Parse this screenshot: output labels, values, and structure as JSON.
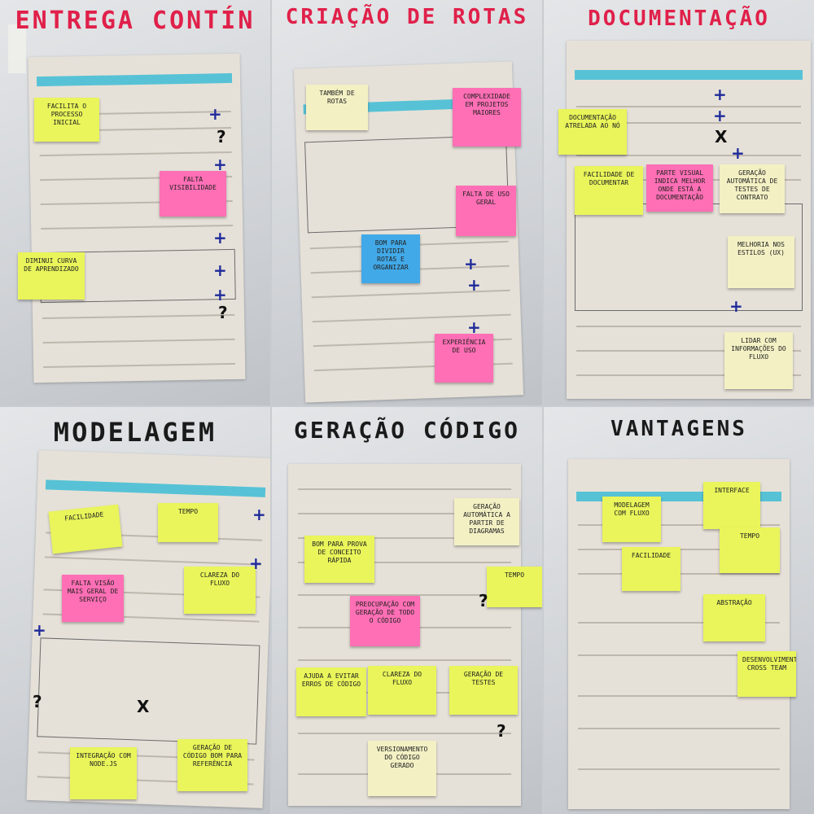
{
  "panels": [
    {
      "title": "ENTREGA CONTÍN",
      "notes": [
        "FACILITA O PROCESSO INICIAL",
        "FALTA VISIBILIDADE",
        "DIMINUI CURVA DE APRENDIZADO"
      ]
    },
    {
      "title": "CRIAÇÃO DE ROTAS",
      "notes": [
        "TAMBÉM DE ROTAS",
        "COMPLEXIDADE EM PROJETOS MAIORES",
        "FALTA DE USO GERAL",
        "BOM PARA DIVIDIR ROTAS E ORGANIZAR",
        "EXPERIÊNCIA DE USO"
      ]
    },
    {
      "title": "DOCUMENTAÇÃO",
      "notes": [
        "DOCUMENTAÇÃO ATRELADA AO NÓ",
        "FACILIDADE DE DOCUMENTAR",
        "PARTE VISUAL INDICA MELHOR ONDE ESTÁ A DOCUMENTAÇÃO",
        "GERAÇÃO AUTOMÁTICA DE TESTES DE CONTRATO",
        "MELHORIA NOS ESTILOS (UX)",
        "LIDAR COM INFORMAÇÕES DO FLUXO"
      ]
    },
    {
      "title": "MODELAGEM",
      "notes": [
        "FACILIDADE",
        "TEMPO",
        "FALTA VISÃO MAIS GERAL DE SERVIÇO",
        "CLAREZA DO FLUXO",
        "INTEGRAÇÃO COM NODE.JS",
        "GERAÇÃO DE CÓDIGO BOM PARA REFERÊNCIA"
      ]
    },
    {
      "title": "GERAÇÃO CÓDIGO",
      "notes": [
        "GERAÇÃO AUTOMÁTICA A PARTIR DE DIAGRAMAS",
        "BOM PARA PROVA DE CONCEITO RÁPIDA",
        "TEMPO",
        "PREOCUPAÇÃO COM GERAÇÃO DE TODO O CÓDIGO",
        "AJUDA A EVITAR ERROS DE CÓDIGO",
        "CLAREZA DO FLUXO",
        "GERAÇÃO DE TESTES",
        "VERSIONAMENTO DO CÓDIGO GERADO"
      ]
    },
    {
      "title": "VANTAGENS",
      "notes": [
        "MODELAGEM COM FLUXO",
        "INTERFACE",
        "TEMPO",
        "FACILIDADE",
        "ABSTRAÇÃO",
        "DESENVOLVIMENTO CROSS TEAM"
      ]
    }
  ],
  "colors": {
    "yellow_note": "#e9f55a",
    "pink_note": "#ff6fb5",
    "blue_note": "#42a9e8",
    "cream_note": "#f3f0c4",
    "red_title": "#e0204a",
    "black_title": "#1a1a1a",
    "highlight": "#3dbcd6",
    "pen_blue": "#1e2a9a"
  }
}
